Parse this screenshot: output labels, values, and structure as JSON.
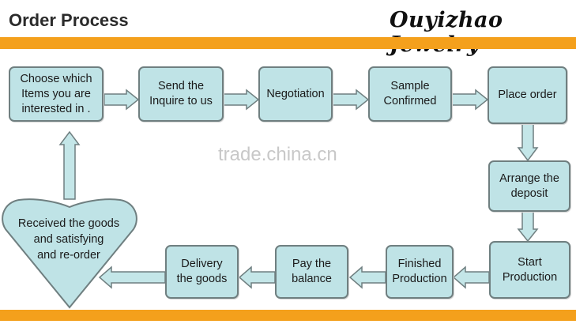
{
  "header": {
    "title": "Order Process",
    "brand": "Ouyizhao Jewelry"
  },
  "watermark": "trade.china.cn",
  "steps": [
    "Choose which\nItems you are\ninterested in .",
    "Send the\nInquire to us",
    "Negotiation",
    "Sample\nConfirmed",
    "Place order",
    "Arrange the\ndeposit",
    "Start\nProduction",
    "Finished\nProduction",
    "Pay the\nbalance",
    "Delivery\nthe goods",
    "Received the goods\nand satisfying\nand re-order"
  ],
  "colors": {
    "accent_bar": "#f4a01c",
    "box_fill": "#bfe3e6",
    "box_border": "#6f7f80"
  }
}
